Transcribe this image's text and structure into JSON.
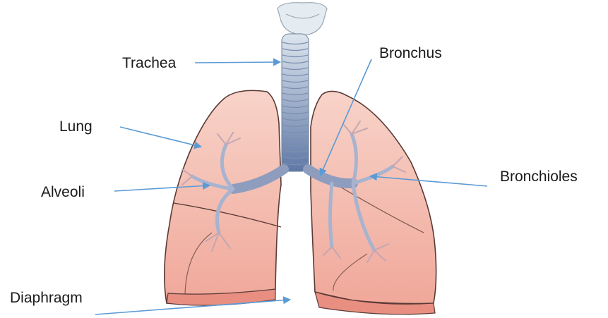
{
  "labels": {
    "trachea": "Trachea",
    "bronchus": "Bronchus",
    "lung": "Lung",
    "alveoli": "Alveoli",
    "bronchioles": "Bronchioles",
    "diaphragm": "Diaphragm"
  },
  "colors": {
    "lung_fill": "#f3b5a8",
    "lung_shade": "#e88f82",
    "lung_outline": "#5a3b36",
    "airway": "#8e9dbe",
    "trachea": "#a9bbd0",
    "arrow": "#5b9bd5"
  }
}
